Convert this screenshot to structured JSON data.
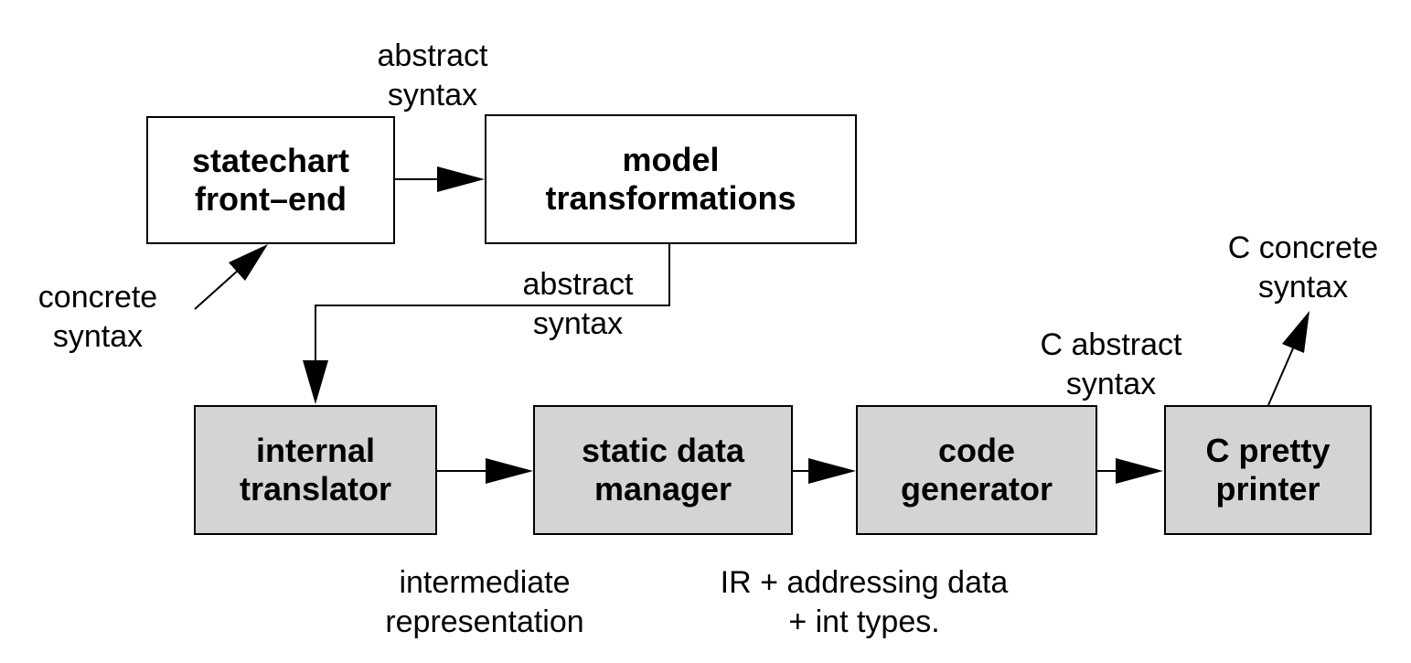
{
  "diagram": {
    "colors": {
      "background": "#ffffff",
      "box_white_fill": "#ffffff",
      "box_gray_fill": "#d4d4d4",
      "line": "#000000",
      "text": "#000000"
    },
    "nodes": [
      {
        "id": "statechart-front-end",
        "fill": "white",
        "lines": [
          "statechart",
          "front–end"
        ]
      },
      {
        "id": "model-transformations",
        "fill": "white",
        "lines": [
          "model",
          "transformations"
        ]
      },
      {
        "id": "internal-translator",
        "fill": "gray",
        "lines": [
          "internal",
          "translator"
        ]
      },
      {
        "id": "static-data-manager",
        "fill": "gray",
        "lines": [
          "static data",
          "manager"
        ]
      },
      {
        "id": "code-generator",
        "fill": "gray",
        "lines": [
          "code",
          "generator"
        ]
      },
      {
        "id": "c-pretty-printer",
        "fill": "gray",
        "lines": [
          "C pretty",
          "printer"
        ]
      }
    ],
    "labels": [
      {
        "id": "abstract-syntax-top",
        "lines": [
          "abstract",
          "syntax"
        ]
      },
      {
        "id": "concrete-syntax",
        "lines": [
          "concrete",
          "syntax"
        ]
      },
      {
        "id": "abstract-syntax-mid",
        "lines": [
          "abstract",
          "syntax"
        ]
      },
      {
        "id": "c-abstract-syntax",
        "lines": [
          "C abstract",
          "syntax"
        ]
      },
      {
        "id": "c-concrete-syntax",
        "lines": [
          "C concrete",
          "syntax"
        ]
      },
      {
        "id": "intermediate-representation",
        "lines": [
          "intermediate",
          "representation"
        ]
      },
      {
        "id": "ir-addressing-data",
        "lines": [
          "IR + addressing data",
          "+ int types."
        ]
      }
    ],
    "edges": [
      {
        "from": "statechart-front-end",
        "to": "model-transformations",
        "label": "abstract syntax"
      },
      {
        "from": "concrete-syntax",
        "to": "statechart-front-end",
        "label": "concrete syntax"
      },
      {
        "from": "model-transformations",
        "to": "internal-translator",
        "label": "abstract syntax"
      },
      {
        "from": "internal-translator",
        "to": "static-data-manager",
        "label": "intermediate representation"
      },
      {
        "from": "static-data-manager",
        "to": "code-generator",
        "label": "IR + addressing data + int types."
      },
      {
        "from": "code-generator",
        "to": "c-pretty-printer",
        "label": "C abstract syntax"
      },
      {
        "from": "c-pretty-printer",
        "to": "c-concrete-syntax",
        "label": "C concrete syntax"
      }
    ]
  }
}
